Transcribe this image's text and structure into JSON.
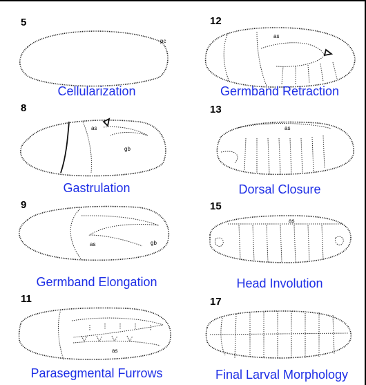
{
  "stages": [
    {
      "number": "5",
      "caption": "Cellularization",
      "tags": [
        "pc"
      ]
    },
    {
      "number": "12",
      "caption": "Germband Retraction",
      "tags": [
        "as"
      ]
    },
    {
      "number": "8",
      "caption": "Gastrulation",
      "tags": [
        "as",
        "gb"
      ]
    },
    {
      "number": "13",
      "caption": "Dorsal Closure",
      "tags": [
        "as"
      ]
    },
    {
      "number": "9",
      "caption": "Germband Elongation",
      "tags": [
        "as",
        "gb"
      ]
    },
    {
      "number": "15",
      "caption": "Head Involution",
      "tags": [
        "as"
      ]
    },
    {
      "number": "11",
      "caption": "Parasegmental Furrows",
      "tags": [
        "as"
      ]
    },
    {
      "number": "17",
      "caption": "Final Larval Morphology",
      "tags": []
    }
  ],
  "colors": {
    "caption": "#1e2fe6",
    "outline": "#222222",
    "background": "#ffffff"
  }
}
